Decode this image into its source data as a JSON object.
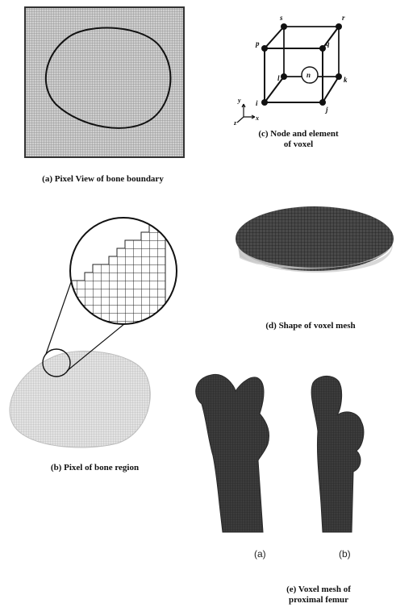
{
  "captions": {
    "a": "(a) Pixel View of bone boundary",
    "b": "(b) Pixel of bone region",
    "c_line1": "(c) Node and element",
    "c_line2": "of voxel",
    "d": "(d) Shape of voxel mesh",
    "e_line1": "(e) Voxel mesh of",
    "e_line2": "proximal femur"
  },
  "femur_views": {
    "left": "(a)",
    "right": "(b)"
  },
  "cube_nodes": [
    "s",
    "r",
    "p",
    "q",
    "l",
    "n",
    "k",
    "i",
    "j"
  ],
  "axes": {
    "y": "y",
    "z": "z",
    "x": "x"
  }
}
